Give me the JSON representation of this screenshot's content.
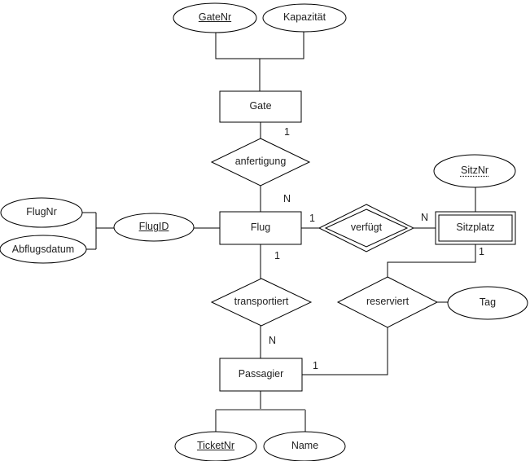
{
  "diagram": {
    "language": "de",
    "colors": {
      "line": "#000000",
      "text": "#1f1f1f",
      "shape_fill": "#ffffff",
      "attribute_bracket": "#8c8c8c"
    },
    "entities": [
      {
        "label": "Gate",
        "type": "strong"
      },
      {
        "label": "Flug",
        "type": "strong"
      },
      {
        "label": "Sitzplatz",
        "type": "weak"
      },
      {
        "label": "Passagier",
        "type": "strong"
      }
    ],
    "relationships": [
      {
        "label": "anfertigung",
        "type": "regular"
      },
      {
        "label": "verfügt",
        "type": "identifying"
      },
      {
        "label": "transportiert",
        "type": "regular"
      },
      {
        "label": "reserviert",
        "type": "regular"
      }
    ],
    "attributes": [
      {
        "label": "GateNr",
        "underline": "solid",
        "of": "Gate"
      },
      {
        "label": "Kapazität",
        "underline": "none",
        "of": "Gate"
      },
      {
        "label": "FlugNr",
        "underline": "none",
        "of": "FlugID"
      },
      {
        "label": "Abflugsdatum",
        "underline": "none",
        "of": "FlugID"
      },
      {
        "label": "FlugID",
        "underline": "solid",
        "of": "Flug"
      },
      {
        "label": "SitzNr",
        "underline": "dotted",
        "of": "Sitzplatz"
      },
      {
        "label": "Tag",
        "underline": "none",
        "of": "reserviert"
      },
      {
        "label": "TicketNr",
        "underline": "solid",
        "of": "Passagier"
      },
      {
        "label": "Name",
        "underline": "none",
        "of": "Passagier"
      }
    ],
    "cardinalities": [
      {
        "value": "1",
        "edge": "Gate-anfertigung"
      },
      {
        "value": "N",
        "edge": "anfertigung-Flug"
      },
      {
        "value": "1",
        "edge": "Flug-verfügt"
      },
      {
        "value": "N",
        "edge": "verfügt-Sitzplatz"
      },
      {
        "value": "1",
        "edge": "Flug-transportiert"
      },
      {
        "value": "N",
        "edge": "transportiert-Passagier"
      },
      {
        "value": "1",
        "edge": "Sitzplatz-reserviert"
      },
      {
        "value": "1",
        "edge": "Passagier-reserviert"
      }
    ]
  }
}
